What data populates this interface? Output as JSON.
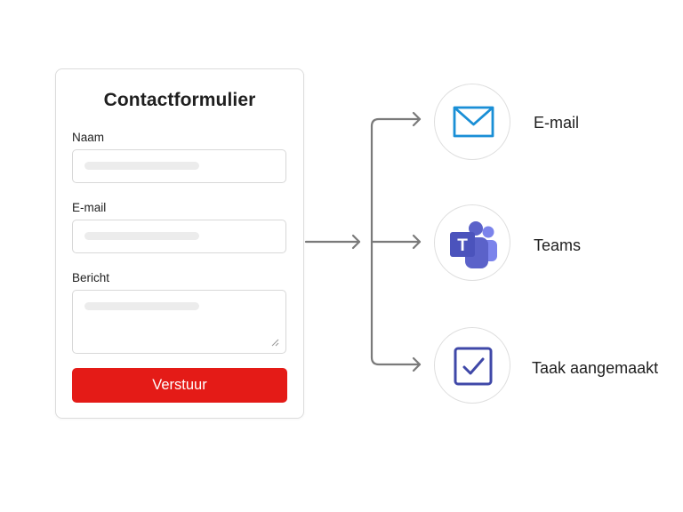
{
  "form": {
    "title": "Contactformulier",
    "fields": {
      "name_label": "Naam",
      "email_label": "E-mail",
      "message_label": "Bericht"
    },
    "submit_label": "Verstuur"
  },
  "destinations": [
    {
      "label": "E-mail",
      "icon": "mail-icon"
    },
    {
      "label": "Teams",
      "icon": "teams-icon"
    },
    {
      "label": "Taak aangemaakt",
      "icon": "task-check-icon"
    }
  ],
  "colors": {
    "submit_button": "#e41b17",
    "mail_icon": "#1a8fd6",
    "teams_icon": "#5059c9",
    "task_icon": "#3f48a8",
    "connector": "#7a7a7a"
  }
}
